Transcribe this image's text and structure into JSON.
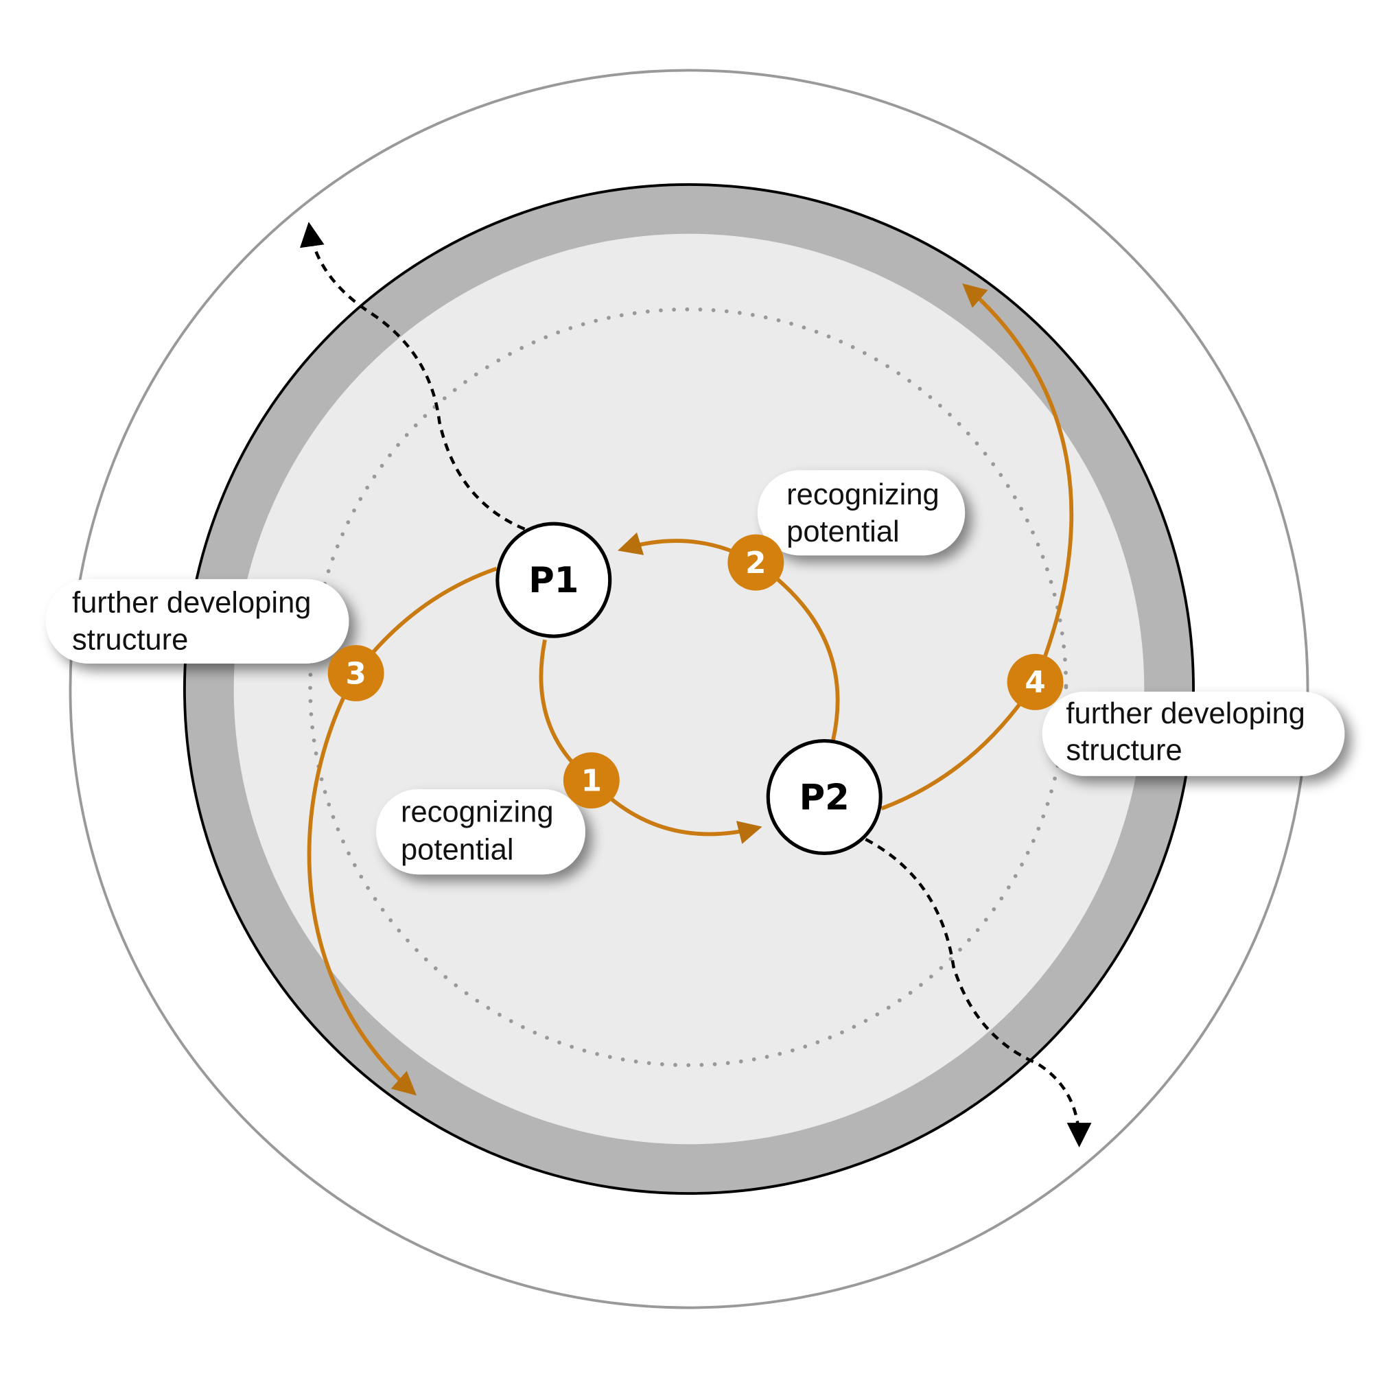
{
  "colors": {
    "accent": "#d4800f",
    "ring": "#b5b5b5",
    "inner": "#ebebeb",
    "outline": "#999999"
  },
  "nodes": {
    "p1": "P1",
    "p2": "P2"
  },
  "badges": [
    "1",
    "2",
    "3",
    "4"
  ],
  "labels": {
    "l1": {
      "line1": "recognizing",
      "line2": "potential"
    },
    "l2": {
      "line1": "recognizing",
      "line2": "potential"
    },
    "l3": {
      "line1": "further developing",
      "line2": "structure"
    },
    "l4": {
      "line1": "further developing",
      "line2": "structure"
    }
  }
}
